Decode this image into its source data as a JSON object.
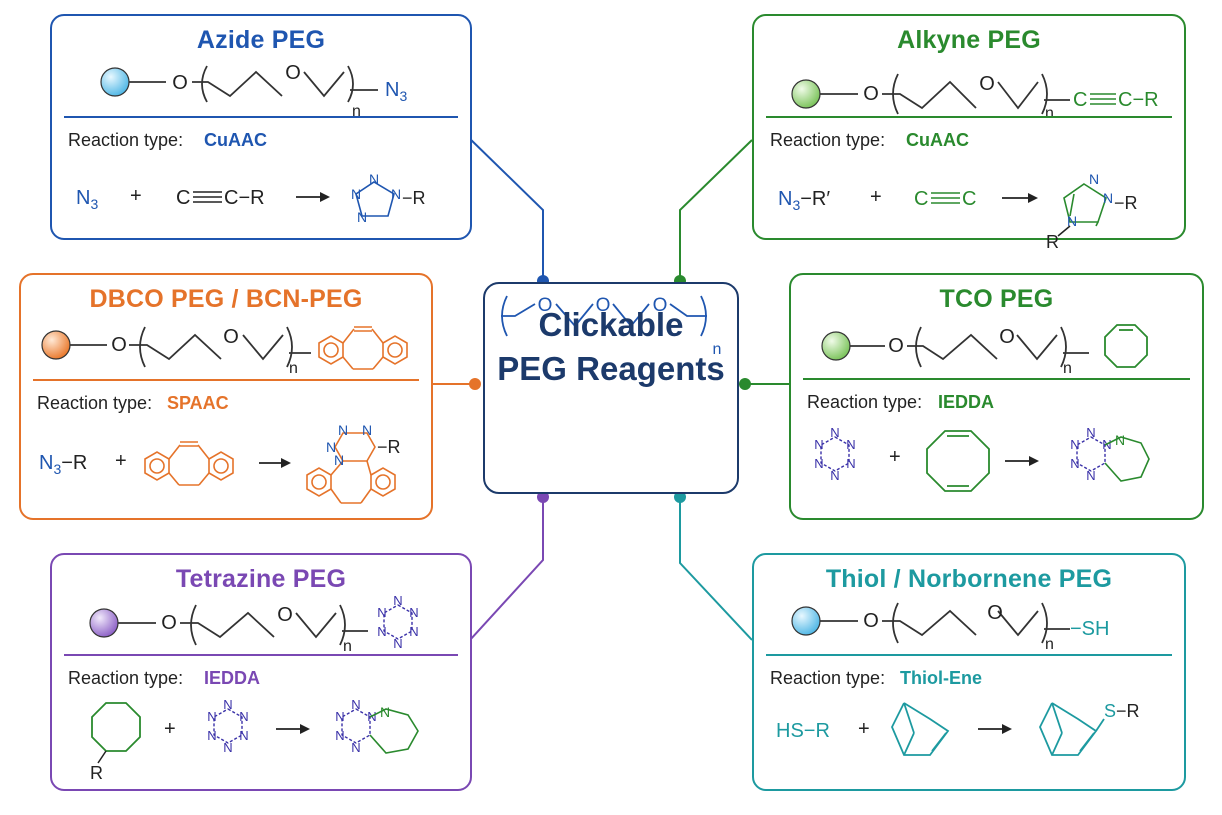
{
  "colors": {
    "navy": "#1c3a6b",
    "blue": "#1f56b0",
    "green": "#2a8a2e",
    "orange": "#e5732a",
    "purple": "#7a48b3",
    "teal": "#1d9aa0",
    "tetrazine": "#3a31a8"
  },
  "center": {
    "title_line1": "Clickable",
    "title_line2": "PEG Reagents",
    "n": "n",
    "o": "O"
  },
  "common": {
    "o": "O",
    "n_sub": "n",
    "plus": "+",
    "arrow": "→",
    "reaction_label": "Reaction type:"
  },
  "cards": {
    "azide": {
      "title": "Azide PEG",
      "end_group": "N",
      "end_sub": "3",
      "reaction_type": "CuAAC",
      "reactant1": "N",
      "reactant1_sub": "3",
      "reactant2_left": "C",
      "reactant2_right": "C−R",
      "product_sub": "−R",
      "sphere_color": "#7fd3f0"
    },
    "alkyne": {
      "title": "Alkyne PEG",
      "end_left": "C",
      "end_right": "C−R",
      "reaction_type": "CuAAC",
      "reactant1": "N",
      "reactant1_sub": "3",
      "reactant1_suffix": "−R′",
      "reactant2_left": "C",
      "reactant2_right": "C",
      "product_sub": "−R",
      "product_sub2": "R",
      "sphere_color": "#a6db8a"
    },
    "dbco": {
      "title": "DBCO PEG / BCN-PEG",
      "reaction_type": "SPAAC",
      "reactant1": "N",
      "reactant1_sub": "3",
      "reactant1_suffix": "−R",
      "product_sub": "−R",
      "sphere_color": "#f39b55"
    },
    "tco": {
      "title": "TCO PEG",
      "reaction_type": "IEDDA",
      "sphere_color": "#a6db8a"
    },
    "tetrazine": {
      "title": "Tetrazine PEG",
      "reaction_type": "IEDDA",
      "reactant_sub": "R",
      "sphere_color": "#a98ad8"
    },
    "thiol": {
      "title": "Thiol / Norbornene PEG",
      "end_group": "−SH",
      "reaction_type": "Thiol-Ene",
      "reactant1": "HS−R",
      "product_s": "S",
      "product_sub": "−R",
      "sphere_color": "#7fd3f0"
    }
  }
}
